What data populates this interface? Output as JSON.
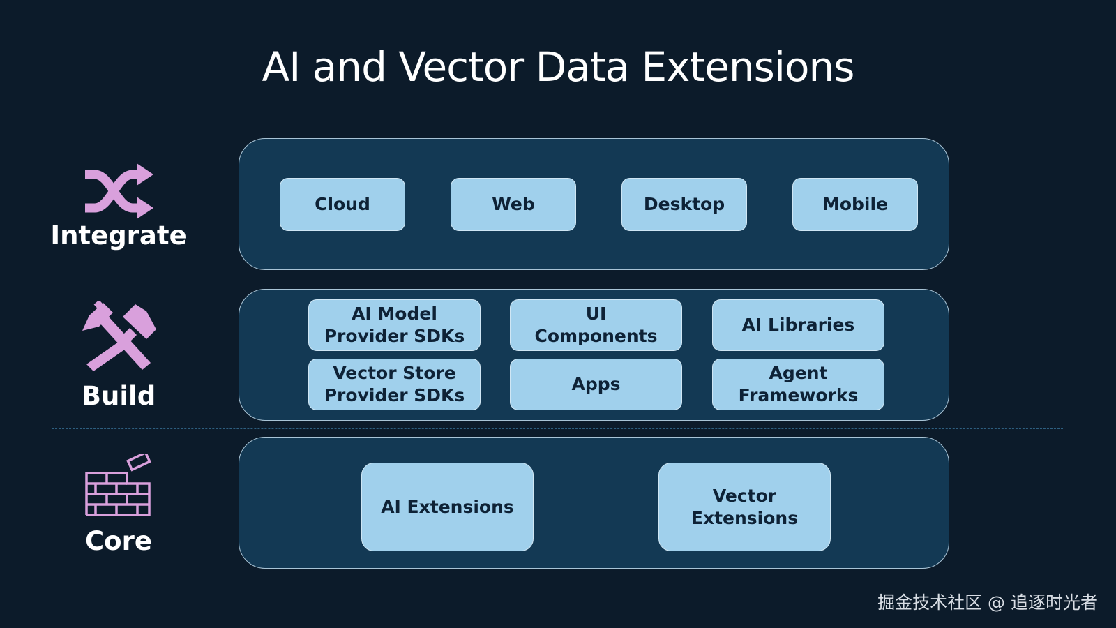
{
  "title": "AI and Vector Data Extensions",
  "layers": [
    {
      "id": "integrate",
      "label": "Integrate",
      "icon": "shuffle-arrows-icon",
      "items": [
        "Cloud",
        "Web",
        "Desktop",
        "Mobile"
      ]
    },
    {
      "id": "build",
      "label": "Build",
      "icon": "crossed-hammers-icon",
      "items": [
        "AI Model\nProvider SDKs",
        "UI\nComponents",
        "AI Libraries",
        "Vector Store\nProvider SDKs",
        "Apps",
        "Agent\nFrameworks"
      ]
    },
    {
      "id": "core",
      "label": "Core",
      "icon": "brick-wall-icon",
      "items": [
        "AI Extensions",
        "Vector\nExtensions"
      ]
    }
  ],
  "watermark": "掘金技术社区 @ 追逐时光者",
  "colors": {
    "background": "#0c1b2a",
    "panel": "#133954",
    "box": "#a0d0ec",
    "icon": "#d9a0dc",
    "box_text": "#0e2236"
  }
}
